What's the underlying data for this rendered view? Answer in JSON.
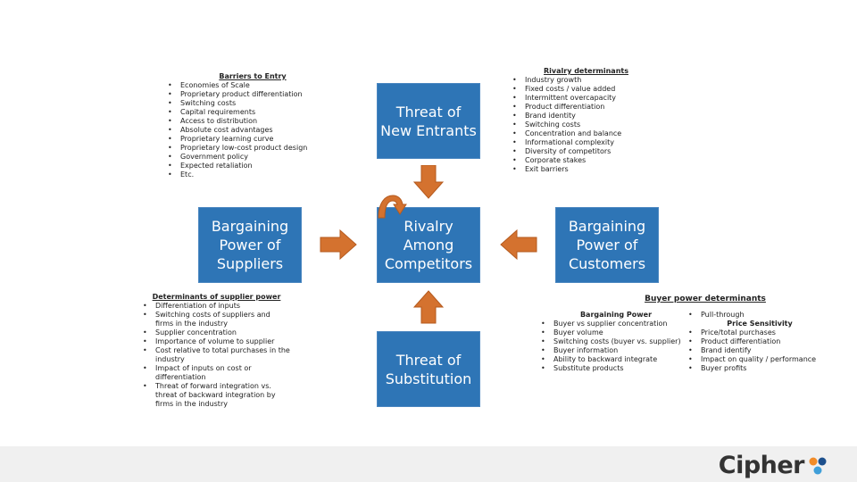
{
  "boxes": {
    "new_entrants": "Threat of\nNew Entrants",
    "suppliers": "Bargaining\nPower of\nSuppliers",
    "rivalry": "Rivalry\nAmong\nCompetitors",
    "customers": "Bargaining\nPower of\nCustomers",
    "substitution": "Threat of\nSubstitution"
  },
  "barriers": {
    "title": "Barriers to Entry",
    "items": [
      "Economies of Scale",
      "Proprietary product differentiation",
      "Switching costs",
      "Capital requirements",
      "Access to distribution",
      "Absolute cost advantages",
      "Proprietary learning curve",
      "Proprietary low-cost product design",
      "Government policy",
      "Expected retaliation",
      "Etc."
    ]
  },
  "rivalry_det": {
    "title": "Rivalry determinants",
    "items": [
      "Industry growth",
      "Fixed costs / value added",
      "Intermittent overcapacity",
      "Product differentiation",
      "Brand identity",
      "Switching costs",
      "Concentration and balance",
      "Informational complexity",
      "Diversity of competitors",
      "Corporate stakes",
      "Exit barriers"
    ]
  },
  "supplier_det": {
    "title": "Determinants of supplier power",
    "items": [
      "Differentiation of inputs",
      "Switching costs of suppliers and firms in the industry",
      "Supplier concentration",
      "Importance of volume to supplier",
      "Cost relative to total purchases in the industry",
      "Impact of inputs on cost or differentiation",
      "Threat of forward integration vs. threat of backward integration by firms in the industry"
    ]
  },
  "buyer_det": {
    "title": "Buyer power determinants",
    "bargaining_title": "Bargaining Power",
    "bargaining_items": [
      "Buyer vs supplier concentration",
      "Buyer volume",
      "Switching costs (buyer vs. supplier)",
      "Buyer information",
      "Ability to backward integrate",
      "Substitute products"
    ],
    "right_first_item": "Pull-through",
    "sensitivity_title": "Price Sensitivity",
    "sensitivity_items": [
      "Price/total purchases",
      "Product differentiation",
      "Brand identify",
      "Impact on quality / performance",
      "Buyer profits"
    ]
  },
  "logo": {
    "text": "Cipher"
  },
  "colors": {
    "box": "#2e75b6",
    "arrow": "#d4722f",
    "footer": "#f0f0f0"
  }
}
